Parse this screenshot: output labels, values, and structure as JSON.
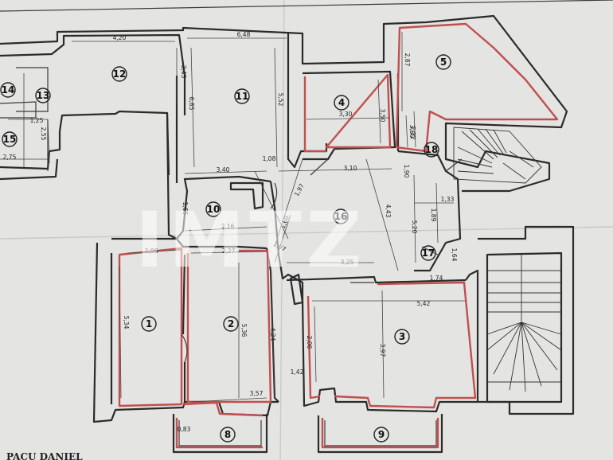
{
  "rooms": [
    {
      "n": "1"
    },
    {
      "n": "2"
    },
    {
      "n": "3"
    },
    {
      "n": "4"
    },
    {
      "n": "5"
    },
    {
      "n": "8"
    },
    {
      "n": "9"
    },
    {
      "n": "10"
    },
    {
      "n": "11"
    },
    {
      "n": "12"
    },
    {
      "n": "13"
    },
    {
      "n": "14"
    },
    {
      "n": "15"
    },
    {
      "n": "16"
    },
    {
      "n": "17"
    },
    {
      "n": "18"
    }
  ],
  "dimensions": [
    "4,20",
    "6,48",
    "3,45",
    "6,85",
    "5,52",
    "3,30",
    "3,50",
    "2,87",
    "3,60",
    "1,90",
    "3,40",
    "1,08",
    "3,10",
    "1,97",
    "1,65",
    "2,16",
    "1,60",
    "4,43",
    "5,20",
    "1,89",
    "1,33",
    "2,06",
    "2,27",
    "1,97",
    "3,25",
    "5,42",
    "5,36",
    "5,34",
    "4,24",
    "2,06",
    "3,97",
    "3,57",
    "1,42",
    "0,83",
    "2,55",
    "1,25",
    "2,75",
    "1,74",
    "2,32",
    "1,64"
  ],
  "watermark": "IMTZ",
  "signature": "PACU DANIEL",
  "colors": {
    "paper": "#e4e4e2",
    "wall": "#2b2b2b",
    "highlight": "#c0504f"
  }
}
